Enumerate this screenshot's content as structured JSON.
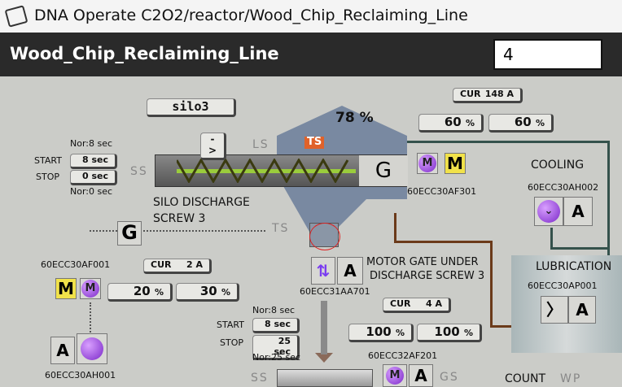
{
  "window": {
    "title": "DNA Operate C2O2/reactor/Wood_Chip_Reclaiming_Line"
  },
  "header": {
    "title": "Wood_Chip_Reclaiming_Line",
    "page_value": "4"
  },
  "silo": {
    "button": "silo3",
    "level": "78 %",
    "direction_button": "->",
    "ls": "LS",
    "ts": "TS",
    "ss": "SS",
    "g": "G",
    "ts2": "TS"
  },
  "screw": {
    "label1": "SILO DISCHARGE",
    "label2": "SCREW 3",
    "start_label": "START",
    "stop_label": "STOP",
    "start_value": "8",
    "stop_value": "0",
    "unit": "sec",
    "nor_start": "Nor:8 sec",
    "nor_stop": "Nor:0 sec"
  },
  "af301": {
    "tag": "60ECC30AF301",
    "cur_label": "CUR",
    "cur_value": "148 A",
    "sp1": "60",
    "sp2": "60",
    "pct": "%",
    "m1": "M",
    "m2": "M"
  },
  "cooling": {
    "label": "COOLING",
    "tag": "60ECC30AH002",
    "mode": "A"
  },
  "af001": {
    "tag": "60ECC30AF001",
    "cur_label": "CUR",
    "cur_value": "2 A",
    "sp1": "20",
    "sp2": "30",
    "pct": "%",
    "m1": "M",
    "m2": "M",
    "g": "G"
  },
  "ah001": {
    "tag": "60ECC30AH001",
    "mode": "A"
  },
  "gate": {
    "label1": "MOTOR GATE UNDER",
    "label2": "DISCHARGE SCREW 3",
    "tag": "60ECC31AA701",
    "mode": "A"
  },
  "lubrication": {
    "label": "LUBRICATION",
    "tag": "60ECC30AP001",
    "mode": "A"
  },
  "af201": {
    "tag": "60ECC32AF201",
    "cur_label": "CUR",
    "cur_value": "4 A",
    "sp1": "100",
    "sp2": "100",
    "pct": "%",
    "m": "M",
    "mode": "A",
    "ss": "SS",
    "gs": "GS",
    "start_label": "START",
    "stop_label": "STOP",
    "start_value": "8",
    "stop_value": "25",
    "unit": "sec",
    "nor_start": "Nor:8 sec",
    "nor_stop": "Nor:25 sec"
  },
  "footer": {
    "count": "COUNT",
    "wp": "WP"
  }
}
